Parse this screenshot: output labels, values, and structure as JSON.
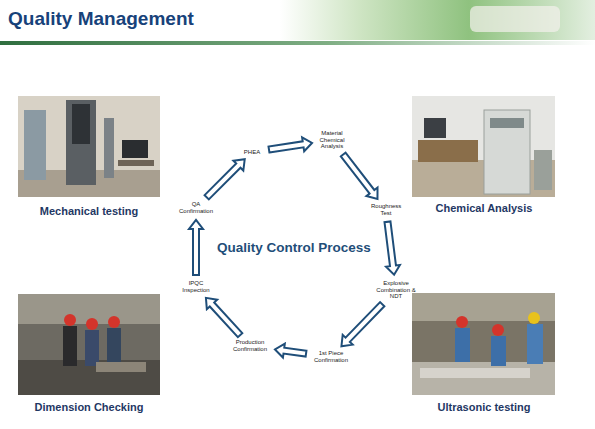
{
  "diagram": {
    "title": "Quality Management",
    "nodes": [
      {
        "text": [
          "PHEA"
        ]
      },
      {
        "text": [
          "Material Chemical Analysis"
        ]
      },
      {
        "text": [
          "Roughness Test"
        ]
      },
      {
        "text": [
          "Explosive Combination & NDT"
        ]
      },
      {
        "text": [
          "1st Piece Confirmation"
        ]
      },
      {
        "text": [
          "Production Confirmation"
        ]
      },
      {
        "text": [
          "IPQC Inspection"
        ]
      },
      {
        "text": [
          "QA Confirmation"
        ]
      }
    ],
    "edges": [
      {
        "from": 0,
        "to": 1,
        "arrow": "to"
      },
      {
        "from": 1,
        "to": 2,
        "arrow": "to"
      },
      {
        "from": 2,
        "to": 3,
        "arrow": "to"
      },
      {
        "from": 3,
        "to": 4,
        "arrow": "to"
      },
      {
        "from": 4,
        "to": 5,
        "arrow": "to"
      },
      {
        "from": 5,
        "to": 6,
        "arrow": "to"
      },
      {
        "from": 6,
        "to": 7,
        "arrow": "to"
      },
      {
        "from": 7,
        "to": 0,
        "arrow": "to"
      }
    ],
    "labels": [
      "Quality Control Process",
      "Mechanical testing",
      "Chemical Analysis",
      "Dimension Checking",
      "Ultrasonic testing"
    ]
  }
}
